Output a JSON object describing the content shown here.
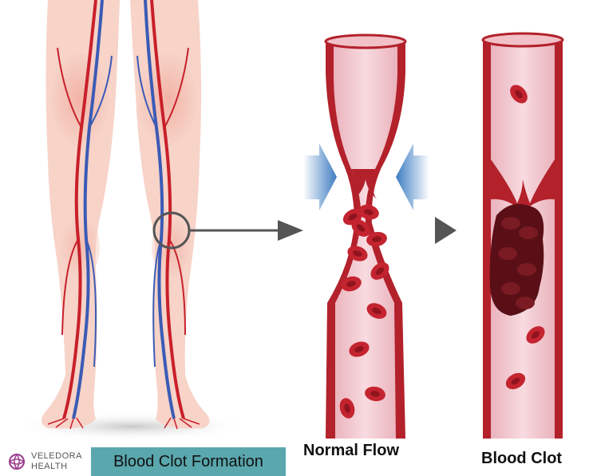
{
  "labels": {
    "normal": "Normal Flow",
    "clot": "Blood Clot"
  },
  "title": "Blood Clot Formation",
  "brand": {
    "line1": "VELEDORA",
    "line2": "HEALTH",
    "color": "#9b3c8c"
  },
  "colors": {
    "vessel_wall": "#b3212b",
    "vessel_inner": "#f3c8cf",
    "blood_cell": "#c4242f",
    "clot": "#5a0f16",
    "pressure_arrow": "#4a86c5",
    "pointer_arrow": "#555555",
    "skin": "#f7d3c8",
    "artery": "#c8202a",
    "vein": "#3b5bb5"
  }
}
